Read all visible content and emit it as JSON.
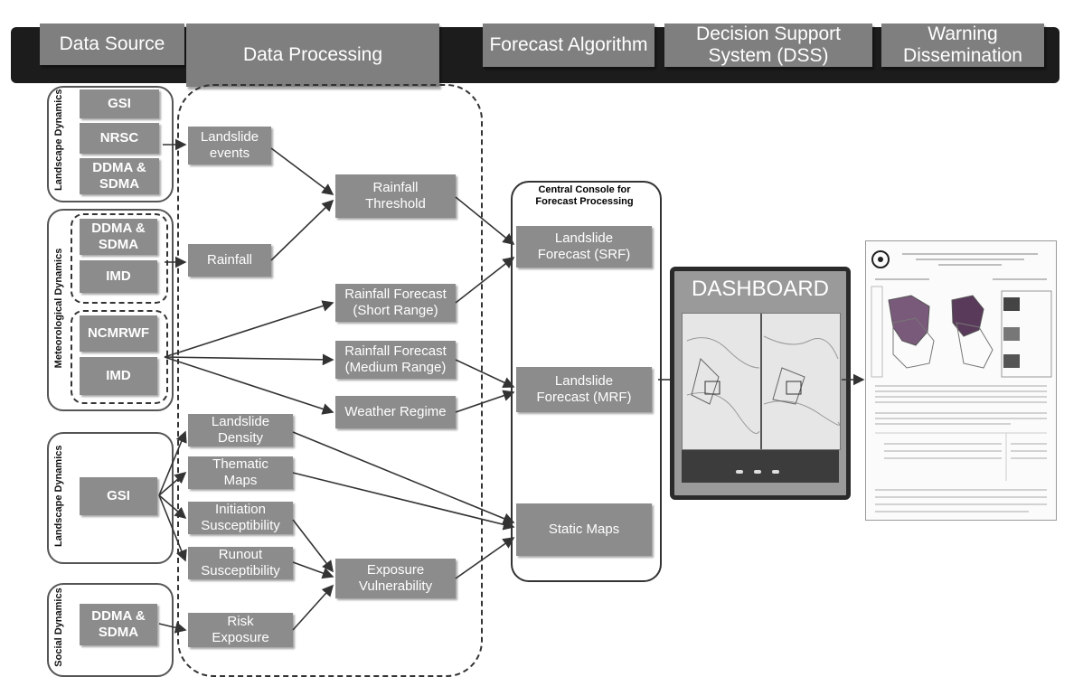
{
  "header": {
    "stages": [
      "Data Source",
      "Data Processing",
      "Forecast Algorithm",
      "Decision Support System (DSS)",
      "Warning Dissemination"
    ]
  },
  "groups": {
    "g1_label": "Landscape Dynamics",
    "g2_label": "Meteorological Dynamics",
    "g3_label": "Landscape Dynamics",
    "g4_label": "Social Dynamics"
  },
  "sources": {
    "gsi_1": "GSI",
    "nrsc": "NRSC",
    "ddma_sdma_1": "DDMA & SDMA",
    "ddma_sdma_2": "DDMA & SDMA",
    "imd_1": "IMD",
    "ncmrwf": "NCMRWF",
    "imd_2": "IMD",
    "gsi_2": "GSI",
    "ddma_sdma_3": "DDMA & SDMA"
  },
  "processing": {
    "landslide_events": "Landslide\nevents",
    "rainfall": "Rainfall",
    "rainfall_threshold": "Rainfall\nThreshold",
    "rf_short": "Rainfall Forecast\n(Short Range)",
    "rf_medium": "Rainfall Forecast\n(Medium Range)",
    "weather_regime": "Weather Regime",
    "landslide_density": "Landslide\nDensity",
    "thematic_maps": "Thematic\nMaps",
    "initiation": "Initiation\nSusceptibility",
    "runout": "Runout\nSusceptibility",
    "exposure_vuln": "Exposure\nVulnerability",
    "risk_exposure": "Risk\nExposure"
  },
  "console": {
    "title": "Central Console for\nForecast Processing",
    "srf": "Landslide\nForecast (SRF)",
    "mrf": "Landslide\nForecast (MRF)",
    "static_maps": "Static Maps"
  },
  "dashboard": {
    "title": "DASHBOARD"
  },
  "colors": {
    "box": "#8c8c8c",
    "header": "#7f7f7f",
    "band": "#1c1c1c"
  }
}
